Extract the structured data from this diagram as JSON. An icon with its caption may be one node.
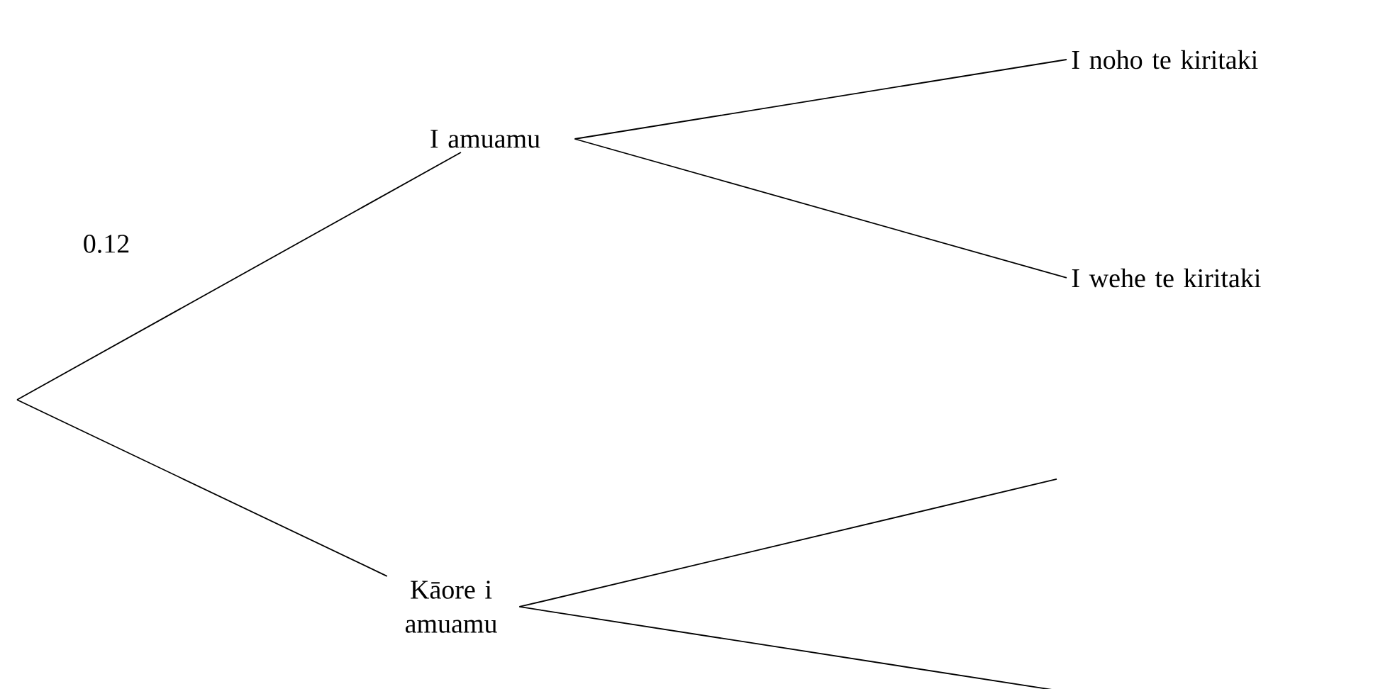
{
  "diagram": {
    "nodes": [
      {
        "text": [
          "I amuamu"
        ]
      },
      {
        "text": [
          "Kāore i amuamu"
        ]
      },
      {
        "text": [
          "I noho te kiritaki"
        ]
      },
      {
        "text": [
          "I wehe te kiritaki"
        ]
      }
    ],
    "edges": [
      {
        "from": null,
        "to": 0,
        "arrow": "none",
        "label": "0.12"
      },
      {
        "from": null,
        "to": 1,
        "arrow": "none"
      },
      {
        "from": 0,
        "to": 2,
        "arrow": "none"
      },
      {
        "from": 0,
        "to": 3,
        "arrow": "none"
      },
      {
        "from": 1,
        "to": null,
        "arrow": "none"
      },
      {
        "from": 1,
        "to": null,
        "arrow": "none"
      }
    ]
  }
}
